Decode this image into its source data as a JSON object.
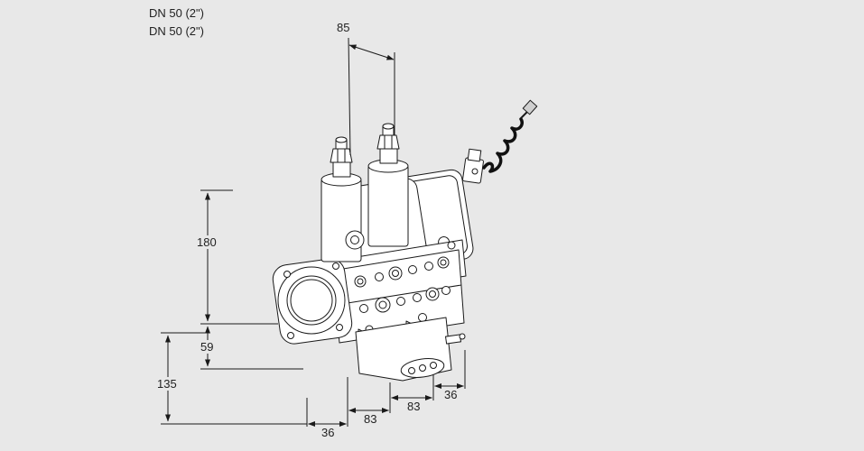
{
  "colors": {
    "background": "#e8e8e8",
    "line": "#1a1a1a"
  },
  "labels": {
    "dn_top": "DN 50 (2\")",
    "dn_bottom": "DN 50 (2\")"
  },
  "dimensions": {
    "width_between_caps": "85",
    "height_body": "180",
    "height_flange_offset": "59",
    "height_total": "135",
    "bottom_36_left": "36",
    "bottom_83_left": "83",
    "bottom_83_right": "83",
    "bottom_36_right": "36"
  }
}
